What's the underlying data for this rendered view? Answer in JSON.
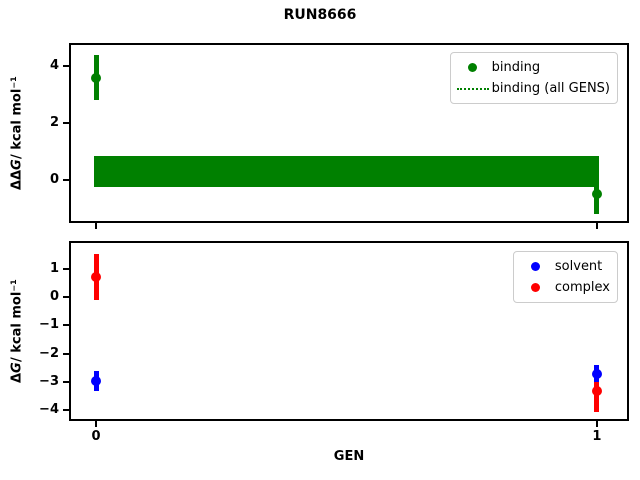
{
  "figure": {
    "title": "RUN8666",
    "xlabel": "GEN"
  },
  "chart_data": [
    {
      "type": "scatter",
      "axes": "top",
      "title": "",
      "ylabel_text": "ΔΔG / kcal mol⁻¹",
      "ylabel": {
        "pre": "ΔΔ",
        "italic": "G",
        "post": " / kcal mol⁻¹"
      },
      "xlim": [
        -0.05,
        1.06
      ],
      "ylim": [
        -1.45,
        4.75
      ],
      "yticks": [
        {
          "v": 0,
          "label": "0"
        },
        {
          "v": 2,
          "label": "2"
        },
        {
          "v": 4,
          "label": "4"
        }
      ],
      "xticks": [
        {
          "v": 0,
          "label": "0"
        },
        {
          "v": 1,
          "label": "1"
        }
      ],
      "show_xtick_labels": false,
      "grid": false,
      "series": [
        {
          "name": "binding",
          "color": "#008000",
          "marker": "circle",
          "points": [
            {
              "x": 0,
              "y": 3.6,
              "yerr": 0.8
            },
            {
              "x": 1,
              "y": -0.5,
              "yerr": 0.7
            }
          ]
        }
      ],
      "band": {
        "name": "binding (all GENS)",
        "color": "#008000",
        "x0": 0,
        "x1": 1,
        "ylo": -0.27,
        "yhi": 0.85
      },
      "legend": {
        "position": "upper right",
        "items": [
          {
            "label": "binding",
            "marker": "circle",
            "color": "#008000"
          },
          {
            "label": "binding (all GENS)",
            "marker": "dotted-line",
            "color": "#008000"
          }
        ]
      }
    },
    {
      "type": "scatter",
      "axes": "bottom",
      "title": "",
      "ylabel_text": "ΔG / kcal mol⁻¹",
      "ylabel": {
        "pre": "Δ",
        "italic": "G",
        "post": " / kcal mol⁻¹"
      },
      "xlabel": "GEN",
      "xlim": [
        -0.05,
        1.06
      ],
      "ylim": [
        -4.3,
        1.9
      ],
      "yticks": [
        {
          "v": 1,
          "label": "1"
        },
        {
          "v": 0,
          "label": "0"
        },
        {
          "v": -1,
          "label": "−1"
        },
        {
          "v": -2,
          "label": "−2"
        },
        {
          "v": -3,
          "label": "−3"
        },
        {
          "v": -4,
          "label": "−4"
        }
      ],
      "xticks": [
        {
          "v": 0,
          "label": "0"
        },
        {
          "v": 1,
          "label": "1"
        }
      ],
      "show_xtick_labels": true,
      "grid": false,
      "series": [
        {
          "name": "complex",
          "color": "#ff0000",
          "marker": "circle",
          "points": [
            {
              "x": 0,
              "y": 0.7,
              "yerr": 0.8
            },
            {
              "x": 1,
              "y": -3.3,
              "yerr": 0.75
            }
          ]
        },
        {
          "name": "solvent",
          "color": "#0000ff",
          "marker": "circle",
          "points": [
            {
              "x": 0,
              "y": -2.95,
              "yerr": 0.35
            },
            {
              "x": 1,
              "y": -2.7,
              "yerr": 0.3
            }
          ]
        }
      ],
      "legend": {
        "position": "upper right",
        "items": [
          {
            "label": "solvent",
            "marker": "circle",
            "color": "#0000ff"
          },
          {
            "label": "complex",
            "marker": "circle",
            "color": "#ff0000"
          }
        ]
      }
    }
  ]
}
